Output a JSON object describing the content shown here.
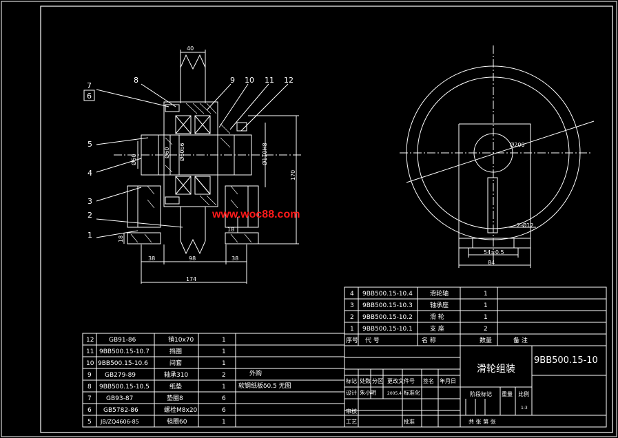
{
  "drawing": {
    "title": "滑轮组装",
    "drawing_number": "9BB500.15-10",
    "scale": "1:3",
    "watermark": "www.woc88.com"
  },
  "colors": {
    "background": "#000000",
    "line": "#ffffff",
    "dimension": "#ffffff",
    "watermark": "#ff1a1a"
  },
  "front_view": {
    "callouts": [
      "1",
      "2",
      "3",
      "4",
      "5",
      "6",
      "7",
      "8",
      "9",
      "10",
      "11",
      "12"
    ],
    "dimensions": {
      "top_width": "40",
      "left_offset": "38",
      "middle_span": "98",
      "right_offset": "38",
      "overall_width": "174",
      "height": "170",
      "base_height": "18",
      "right_small": "18",
      "dia_50": "Ø50",
      "dia_60": "Ø60",
      "dia_60b6": "Ø60b6",
      "dia_110h8": "Ø110H8"
    }
  },
  "side_view": {
    "dimensions": {
      "dia_200": "Ø200",
      "holes": "2-Ø12",
      "hole_spacing": "54±0.5",
      "base_width": "84"
    }
  },
  "main_bom": {
    "rows": [
      {
        "no": "4",
        "code": "9BB500.15-10.4",
        "name": "滑轮轴",
        "qty": "1",
        "remark": ""
      },
      {
        "no": "3",
        "code": "9BB500.15-10.3",
        "name": "轴承座",
        "qty": "1",
        "remark": ""
      },
      {
        "no": "2",
        "code": "9BB500.15-10.2",
        "name": "滑  轮",
        "qty": "1",
        "remark": ""
      },
      {
        "no": "1",
        "code": "9BB500.15-10.1",
        "name": "支  座",
        "qty": "2",
        "remark": ""
      }
    ],
    "header": {
      "no": "序号",
      "code": "代    号",
      "name": "名    称",
      "qty": "数量",
      "remark": "备    注"
    }
  },
  "parts_list": {
    "rows": [
      {
        "no": "12",
        "code": "GB91-86",
        "name": "销10x70",
        "qty": "1",
        "remark": ""
      },
      {
        "no": "11",
        "code": "9BB500.15-10.7",
        "name": "挡圈",
        "qty": "1",
        "remark": ""
      },
      {
        "no": "10",
        "code": "9BB500.15-10.6",
        "name": "间套",
        "qty": "1",
        "remark": ""
      },
      {
        "no": "9",
        "code": "GB279-89",
        "name": "轴承310",
        "qty": "2",
        "remark": "外购"
      },
      {
        "no": "8",
        "code": "9BB500.15-10.5",
        "name": "纸垫",
        "qty": "1",
        "remark": "软钢纸板δ0.5 无图"
      },
      {
        "no": "7",
        "code": "GB93-87",
        "name": "垫圈8",
        "qty": "6",
        "remark": ""
      },
      {
        "no": "6",
        "code": "GB5782-86",
        "name": "螺栓M8x20",
        "qty": "6",
        "remark": ""
      },
      {
        "no": "5",
        "code": "JB/ZQ4606-85",
        "name": "毡圈60",
        "qty": "1",
        "remark": ""
      }
    ]
  },
  "title_block": {
    "rev_headers": [
      "标记",
      "处数",
      "分区",
      "更改文件号",
      "签名",
      "年月日"
    ],
    "design_label": "设计",
    "designer": "朱小明",
    "design_date": "2005.4",
    "standardization": "标准化",
    "stage_mark": "阶段标记",
    "weight": "重量",
    "scale_label": "比例",
    "review": "审核",
    "process": "工艺",
    "approve": "批准",
    "sheets": "共    张  第    张"
  }
}
